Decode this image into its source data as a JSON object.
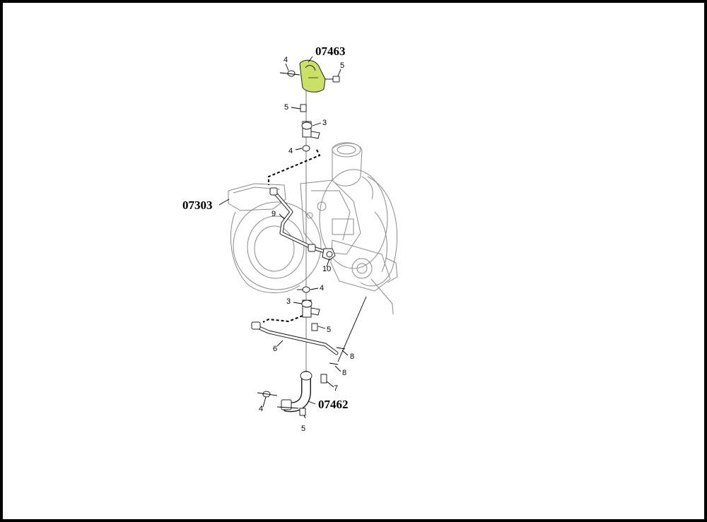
{
  "colors": {
    "highlight": "#c9e265",
    "frame": "#000000"
  },
  "ref_codes": {
    "top_pipe": "07463",
    "turbo": "07303",
    "bottom_pipe": "07462"
  },
  "callouts": {
    "c4_top": "4",
    "c5_top_right": "5",
    "c5_upper": "5",
    "c3_upper": "3",
    "c4_upper": "4",
    "c9": "9",
    "c10": "10",
    "c4_mid": "4",
    "c3_lower": "3",
    "c5_lower": "5",
    "c6": "6",
    "c8_a": "8",
    "c8_b": "8",
    "c7": "7",
    "c4_bottom": "4",
    "c5_bottom": "5"
  }
}
